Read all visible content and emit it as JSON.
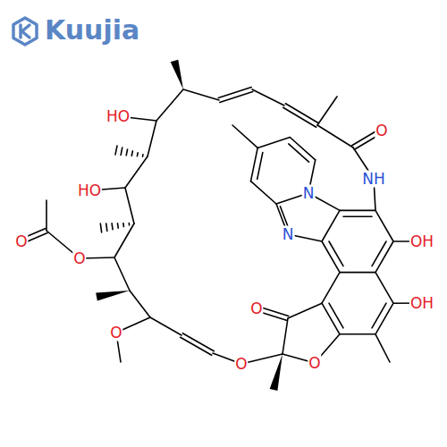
{
  "diagram": {
    "labels": [
      "Kuujia",
      "HO",
      "HO",
      "O",
      "O",
      "O",
      "O",
      "NH",
      "N",
      "N",
      "OH",
      "OH",
      "O",
      "O",
      "O"
    ]
  }
}
